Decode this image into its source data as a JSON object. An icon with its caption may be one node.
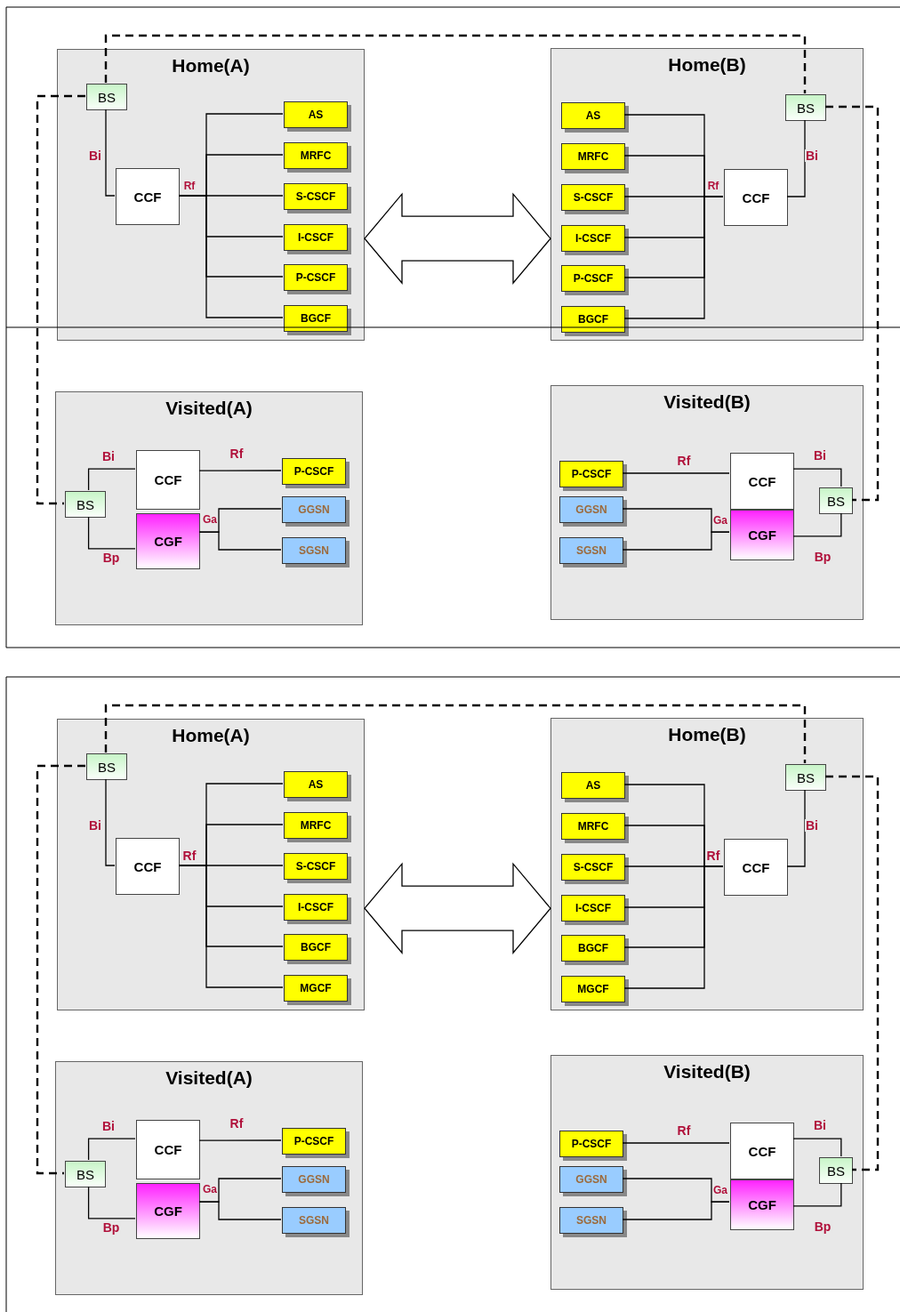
{
  "diagram": {
    "nodes": [
      {
        "text": [
          "Home(A)"
        ]
      },
      {
        "text": [
          "BS"
        ],
        "in": 0
      },
      {
        "text": [
          "CCF"
        ],
        "in": 0
      },
      {
        "text": [
          "AS"
        ],
        "in": 0
      },
      {
        "text": [
          "MRFC"
        ],
        "in": 0
      },
      {
        "text": [
          "S-CSCF"
        ],
        "in": 0
      },
      {
        "text": [
          "I-CSCF"
        ],
        "in": 0
      },
      {
        "text": [
          "P-CSCF"
        ],
        "in": 0
      },
      {
        "text": [
          "BGCF"
        ],
        "in": 0
      },
      {
        "text": [
          "Home(B)"
        ]
      },
      {
        "text": [
          "BS"
        ],
        "in": 9
      },
      {
        "text": [
          "AS"
        ],
        "in": 9
      },
      {
        "text": [
          "MRFC"
        ],
        "in": 9
      },
      {
        "text": [
          "S-CSCF"
        ],
        "in": 9
      },
      {
        "text": [
          "I-CSCF"
        ],
        "in": 9
      },
      {
        "text": [
          "P-CSCF"
        ],
        "in": 9
      },
      {
        "text": [
          "BGCF"
        ],
        "in": 9
      },
      {
        "text": [
          "CCF"
        ],
        "in": 9
      },
      {
        "text": [
          "Visited(A)"
        ]
      },
      {
        "text": [
          "CCF"
        ],
        "in": 18
      },
      {
        "text": [
          "P-CSCF"
        ],
        "in": 18
      },
      {
        "text": [
          "BS"
        ],
        "in": 18
      },
      {
        "text": [
          "CGF"
        ],
        "in": 18
      },
      {
        "text": [
          "GGSN"
        ],
        "in": 18
      },
      {
        "text": [
          "SGSN"
        ],
        "in": 18
      },
      {
        "text": [
          "Visited(B)"
        ]
      },
      {
        "text": [
          "P-CSCF"
        ],
        "in": 25
      },
      {
        "text": [
          "CCF"
        ],
        "in": 25
      },
      {
        "text": [
          "BS"
        ],
        "in": 25
      },
      {
        "text": [
          "GGSN"
        ],
        "in": 25
      },
      {
        "text": [
          "CGF"
        ],
        "in": 25
      },
      {
        "text": [
          "SGSN"
        ],
        "in": 25
      },
      {
        "text": [
          "Home(A)"
        ]
      },
      {
        "text": [
          "BS"
        ],
        "in": 32
      },
      {
        "text": [
          "CCF"
        ],
        "in": 32
      },
      {
        "text": [
          "AS"
        ],
        "in": 32
      },
      {
        "text": [
          "MRFC"
        ],
        "in": 32
      },
      {
        "text": [
          "S-CSCF"
        ],
        "in": 32
      },
      {
        "text": [
          "I-CSCF"
        ],
        "in": 32
      },
      {
        "text": [
          "BGCF"
        ],
        "in": 32
      },
      {
        "text": [
          "MGCF"
        ],
        "in": 32
      },
      {
        "text": [
          "Home(B)"
        ]
      },
      {
        "text": [
          "BS"
        ],
        "in": 41
      },
      {
        "text": [
          "AS"
        ],
        "in": 41
      },
      {
        "text": [
          "MRFC"
        ],
        "in": 41
      },
      {
        "text": [
          "S-CSCF"
        ],
        "in": 41
      },
      {
        "text": [
          "I-CSCF"
        ],
        "in": 41
      },
      {
        "text": [
          "BGCF"
        ],
        "in": 41
      },
      {
        "text": [
          "MGCF"
        ],
        "in": 41
      },
      {
        "text": [
          "CCF"
        ],
        "in": 41
      },
      {
        "text": [
          "Visited(A)"
        ]
      },
      {
        "text": [
          "CCF"
        ],
        "in": 50
      },
      {
        "text": [
          "P-CSCF"
        ],
        "in": 50
      },
      {
        "text": [
          "BS"
        ],
        "in": 50
      },
      {
        "text": [
          "CGF"
        ],
        "in": 50
      },
      {
        "text": [
          "GGSN"
        ],
        "in": 50
      },
      {
        "text": [
          "SGSN"
        ],
        "in": 50
      },
      {
        "text": [
          "Visited(B)"
        ]
      },
      {
        "text": [
          "P-CSCF"
        ],
        "in": 57
      },
      {
        "text": [
          "CCF"
        ],
        "in": 57
      },
      {
        "text": [
          "BS"
        ],
        "in": 57
      },
      {
        "text": [
          "GGSN"
        ],
        "in": 57
      },
      {
        "text": [
          "CGF"
        ],
        "in": 57
      },
      {
        "text": [
          "SGSN"
        ],
        "in": 57
      }
    ],
    "edges": [
      {
        "from": 1,
        "to": 2,
        "arrow": "none",
        "label": "Bi"
      },
      {
        "from": 2,
        "to": 3,
        "arrow": "none"
      },
      {
        "from": 2,
        "to": 4,
        "arrow": "none"
      },
      {
        "from": 2,
        "to": 5,
        "arrow": "none",
        "label": "Rf"
      },
      {
        "from": 2,
        "to": 6,
        "arrow": "none"
      },
      {
        "from": 2,
        "to": 7,
        "arrow": "none"
      },
      {
        "from": 2,
        "to": 8,
        "arrow": "none"
      },
      {
        "from": 10,
        "to": 17,
        "arrow": "none",
        "label": "Bi"
      },
      {
        "from": 17,
        "to": 11,
        "arrow": "none"
      },
      {
        "from": 17,
        "to": 12,
        "arrow": "none"
      },
      {
        "from": 17,
        "to": 13,
        "arrow": "none",
        "label": "Rf"
      },
      {
        "from": 17,
        "to": 14,
        "arrow": "none"
      },
      {
        "from": 17,
        "to": 15,
        "arrow": "none"
      },
      {
        "from": 17,
        "to": 16,
        "arrow": "none"
      },
      {
        "from": 0,
        "to": 9,
        "arrow": "both",
        "style": "thick"
      },
      {
        "from": 1,
        "to": 10,
        "arrow": "none",
        "style": "dashed"
      },
      {
        "from": 1,
        "to": 21,
        "arrow": "none",
        "style": "dashed"
      },
      {
        "from": 10,
        "to": 28,
        "arrow": "none",
        "style": "dashed"
      },
      {
        "from": 21,
        "to": 19,
        "arrow": "none",
        "label": "Bi"
      },
      {
        "from": 21,
        "to": 22,
        "arrow": "none",
        "label": "Bp"
      },
      {
        "from": 19,
        "to": 20,
        "arrow": "none",
        "label": "Rf"
      },
      {
        "from": 22,
        "to": 23,
        "arrow": "none",
        "label": "Ga"
      },
      {
        "from": 22,
        "to": 24,
        "arrow": "none"
      },
      {
        "from": 26,
        "to": 27,
        "arrow": "none",
        "label": "Rf"
      },
      {
        "from": 29,
        "to": 30,
        "arrow": "none",
        "label": "Ga"
      },
      {
        "from": 31,
        "to": 30,
        "arrow": "none"
      },
      {
        "from": 27,
        "to": 28,
        "arrow": "none",
        "label": "Bi"
      },
      {
        "from": 30,
        "to": 28,
        "arrow": "none",
        "label": "Bp"
      },
      {
        "from": 33,
        "to": 34,
        "arrow": "none",
        "label": "Bi"
      },
      {
        "from": 34,
        "to": 35,
        "arrow": "none"
      },
      {
        "from": 34,
        "to": 36,
        "arrow": "none"
      },
      {
        "from": 34,
        "to": 37,
        "arrow": "none",
        "label": "Rf"
      },
      {
        "from": 34,
        "to": 38,
        "arrow": "none"
      },
      {
        "from": 34,
        "to": 39,
        "arrow": "none"
      },
      {
        "from": 34,
        "to": 40,
        "arrow": "none"
      },
      {
        "from": 42,
        "to": 49,
        "arrow": "none",
        "label": "Bi"
      },
      {
        "from": 49,
        "to": 43,
        "arrow": "none"
      },
      {
        "from": 49,
        "to": 44,
        "arrow": "none"
      },
      {
        "from": 49,
        "to": 45,
        "arrow": "none",
        "label": "Rf"
      },
      {
        "from": 49,
        "to": 46,
        "arrow": "none"
      },
      {
        "from": 49,
        "to": 47,
        "arrow": "none"
      },
      {
        "from": 49,
        "to": 48,
        "arrow": "none"
      },
      {
        "from": 32,
        "to": 41,
        "arrow": "both",
        "style": "thick"
      },
      {
        "from": 33,
        "to": 42,
        "arrow": "none",
        "style": "dashed"
      },
      {
        "from": 33,
        "to": 53,
        "arrow": "none",
        "style": "dashed"
      },
      {
        "from": 42,
        "to": 60,
        "arrow": "none",
        "style": "dashed"
      },
      {
        "from": 53,
        "to": 51,
        "arrow": "none",
        "label": "Bi"
      },
      {
        "from": 53,
        "to": 54,
        "arrow": "none",
        "label": "Bp"
      },
      {
        "from": 51,
        "to": 52,
        "arrow": "none",
        "label": "Rf"
      },
      {
        "from": 54,
        "to": 55,
        "arrow": "none",
        "label": "Ga"
      },
      {
        "from": 54,
        "to": 56,
        "arrow": "none"
      },
      {
        "from": 58,
        "to": 59,
        "arrow": "none",
        "label": "Rf"
      },
      {
        "from": 61,
        "to": 62,
        "arrow": "none",
        "label": "Ga"
      },
      {
        "from": 63,
        "to": 62,
        "arrow": "none"
      },
      {
        "from": 59,
        "to": 60,
        "arrow": "none",
        "label": "Bi"
      },
      {
        "from": 62,
        "to": 60,
        "arrow": "none",
        "label": "Bp"
      }
    ]
  }
}
